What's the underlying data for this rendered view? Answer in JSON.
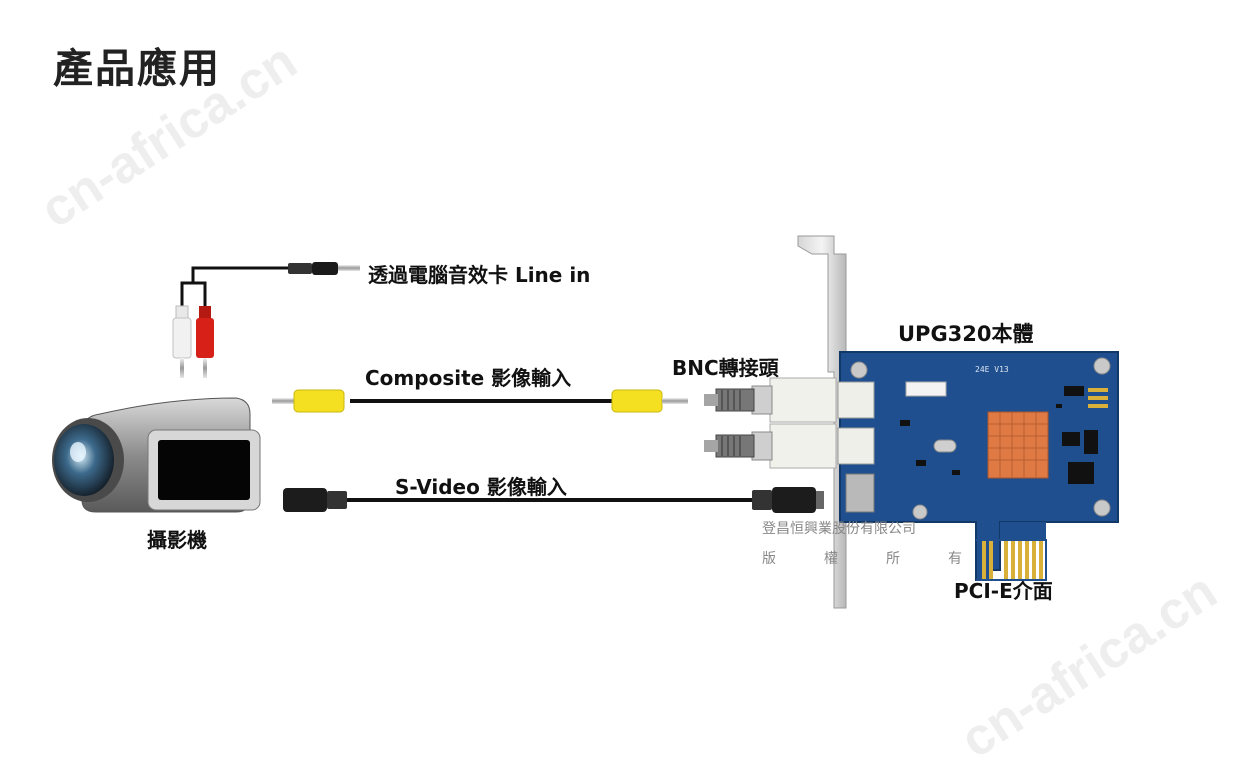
{
  "page": {
    "title": "產品應用"
  },
  "labels": {
    "line_in": "透過電腦音效卡 Line in",
    "composite": "Composite 影像輸入",
    "svideo": "S-Video 影像輸入",
    "bnc": "BNC轉接頭",
    "card": "UPG320本體",
    "camcorder": "攝影機",
    "pcie": "PCI-E介面"
  },
  "board_text": {
    "silk_model": "24E V13"
  },
  "copyright": {
    "company": "登昌恒興業股份有限公司",
    "rights_chars": [
      "版",
      "權",
      "所",
      "有"
    ]
  },
  "watermark": {
    "text": "cn-africa.cn"
  },
  "colors": {
    "pcb_blue": "#1f4f8f",
    "heatsink": "#e07a45",
    "rca_yellow": "#f4e020",
    "rca_red": "#d62018",
    "cable": "#111111"
  }
}
